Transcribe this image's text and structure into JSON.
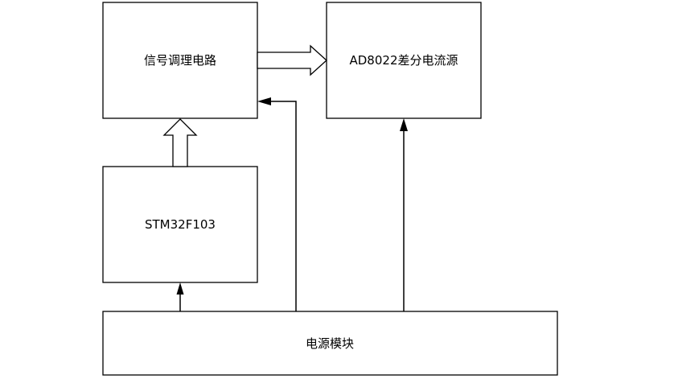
{
  "blocks": {
    "signal_conditioning": "信号调理电路",
    "current_source": "AD8022差分电流源",
    "mcu": "STM32F103",
    "power": "电源模块"
  }
}
